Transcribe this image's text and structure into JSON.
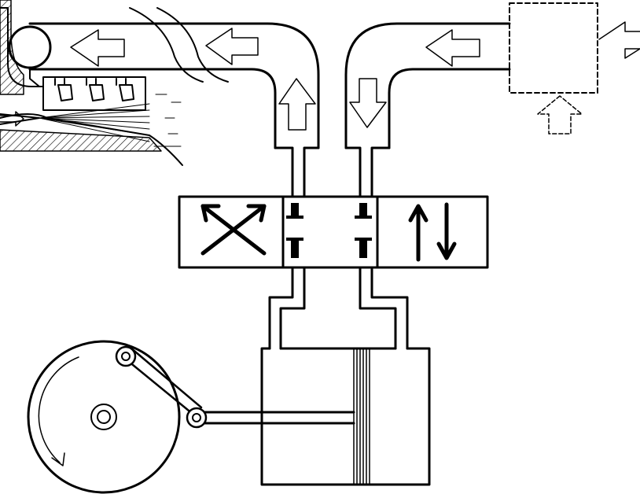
{
  "diagram": {
    "colors": {
      "ink": "#000000",
      "paper": "#ffffff"
    },
    "icons": [
      "flow-arrow-left-icon",
      "flow-arrow-up-icon",
      "flow-arrow-down-icon",
      "cross-arrows-icon",
      "parallel-arrows-icon",
      "rotation-arrow-icon"
    ],
    "components": [
      "injector-unit",
      "exhaust-duct",
      "intake-duct",
      "intake-source-box",
      "directional-valve",
      "double-acting-cylinder",
      "flywheel",
      "crank-linkage"
    ]
  }
}
